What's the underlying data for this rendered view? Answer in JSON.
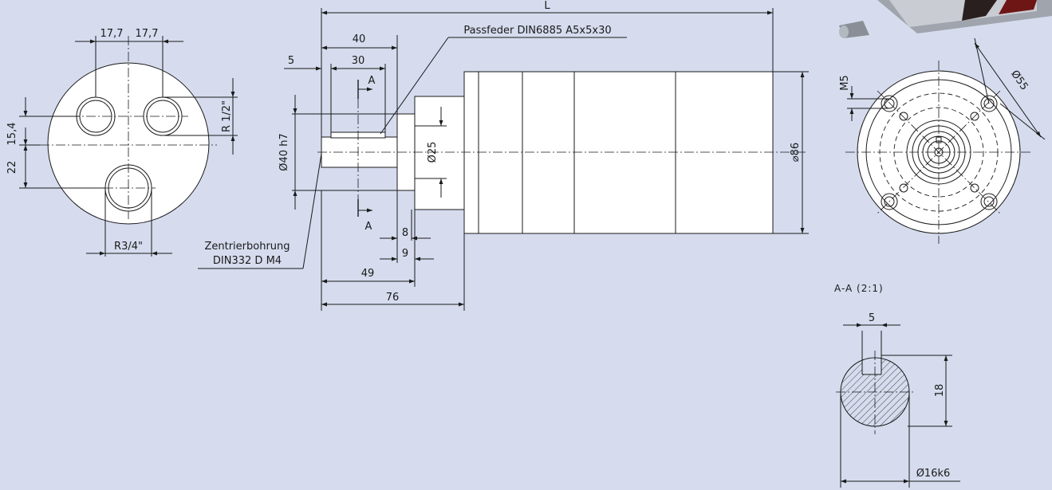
{
  "flange_view": {
    "dim_left": "17,7",
    "dim_right": "17,7",
    "dim_vertical_upper": "15,4",
    "dim_vertical_lower": "22",
    "thread_small": "R 1/2\"",
    "thread_large": "R3/4\""
  },
  "side_view": {
    "dim_total_length": "L",
    "dim_key_length": "40",
    "dim_shaft_step": "5",
    "dim_key_offset": "30",
    "section_mark": "A",
    "key_label": "Passfeder DIN6885 A5x5x30",
    "dim_shaft_diameter": "Ø40 h7",
    "dim_hub_diameter": "Ø25",
    "dim_body_diameter": "⌀86",
    "dim_8": "8",
    "dim_9": "9",
    "dim_49": "49",
    "dim_76": "76",
    "center_bore_line1": "Zentrierbohrung",
    "center_bore_line2": "DIN332 D M4"
  },
  "front_view": {
    "dim_thread": "M5",
    "dim_bolt_circle": "Ø55"
  },
  "section_view": {
    "title": "A-A  (2:1)",
    "dim_key_width": "5",
    "dim_key_height": "18",
    "dim_shaft": "Ø16k6"
  },
  "colors": {
    "background": "#d6dcee",
    "line": "#1a1a1a",
    "part_fill": "#ffffff"
  }
}
